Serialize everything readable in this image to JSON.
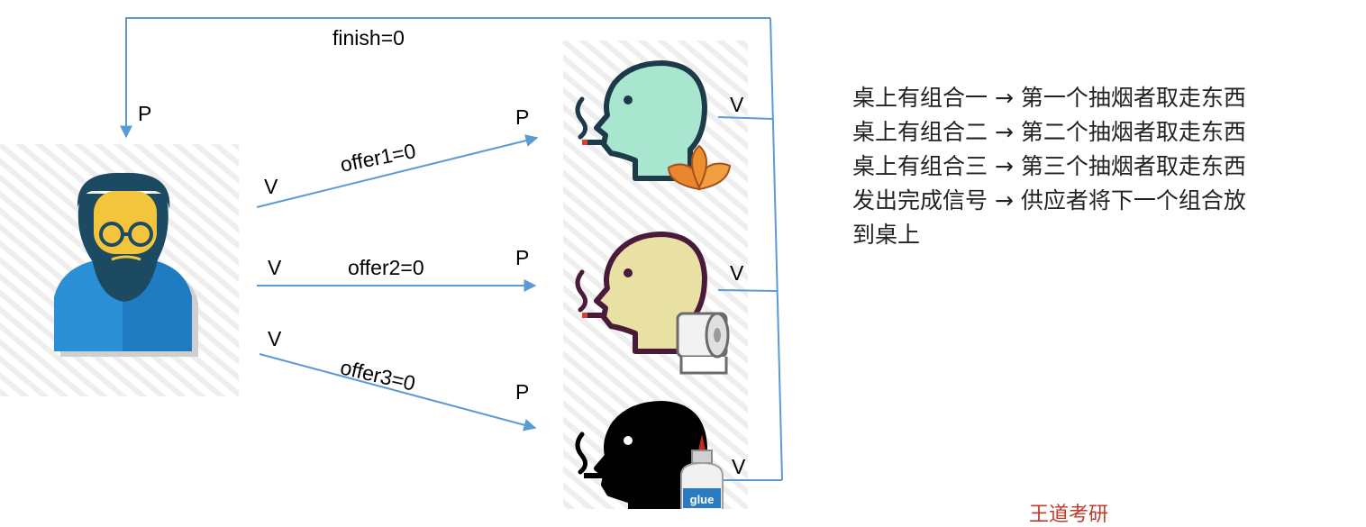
{
  "colors": {
    "arrow": "#5b9bd5",
    "note": "#c0392b"
  },
  "labels": {
    "finish": "finish=0",
    "p_supplier": "P",
    "v1": "V",
    "offer1": "offer1=0",
    "p1": "P",
    "v2": "V",
    "offer2": "offer2=0",
    "p2": "P",
    "v3": "V",
    "offer3": "offer3=0",
    "p3": "P",
    "v_s1": "V",
    "v_s2": "V",
    "v_s3": "V"
  },
  "icons": {
    "supplier": "bearded-man-icon",
    "smoker1": "smoker-head-tobacco-icon",
    "smoker2": "smoker-head-paper-icon",
    "smoker3": "smoker-head-glue-icon",
    "glue_text": "glue"
  },
  "description": [
    "桌上有组合一 → 第一个抽烟者取走东西",
    "桌上有组合二 → 第二个抽烟者取走东西",
    "桌上有组合三 → 第三个抽烟者取走东西",
    "发出完成信号 → 供应者将下一个组合放",
    "到桌上"
  ],
  "note": "王道考研"
}
